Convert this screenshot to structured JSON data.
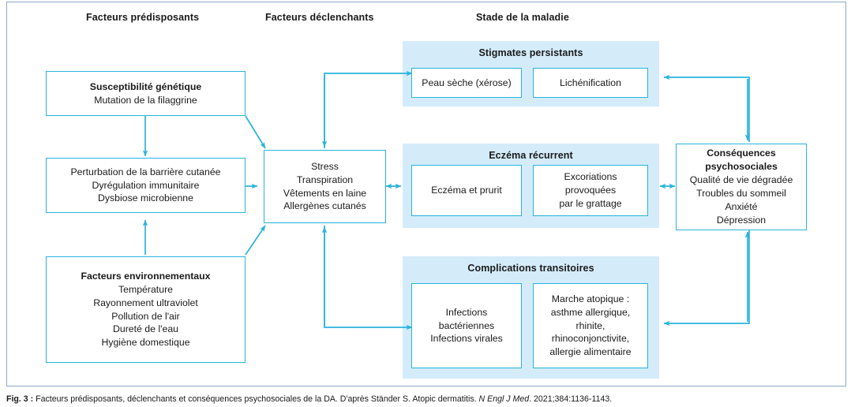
{
  "figure": {
    "caption_label": "Fig. 3 :",
    "caption_text": "Facteurs prédisposants, déclenchants et conséquences psychosociales de la DA. D'après Ständer S. Atopic dermatitis.",
    "caption_journal": "N Engl J Med",
    "caption_ref": ". 2021;384:1136-1143."
  },
  "colors": {
    "accent": "#29b3dc",
    "panel_bg": "#d4ecfa",
    "frame_border": "#8fa8c4",
    "text": "#1a1a1a"
  },
  "headers": [
    {
      "id": "predisposing",
      "label": "Facteurs prédisposants"
    },
    {
      "id": "triggering",
      "label": "Facteurs déclenchants"
    },
    {
      "id": "disease-stage",
      "label": "Stade de la maladie"
    }
  ],
  "boxes": {
    "genetic": {
      "title": "Susceptibilité génétique",
      "lines": [
        "Mutation de la filaggrine"
      ]
    },
    "barrier": {
      "lines": [
        "Perturbation de la barrière cutanée",
        "Dyrégulation immunitaire",
        "Dysbiose microbienne"
      ]
    },
    "environmental": {
      "title": "Facteurs environnementaux",
      "lines": [
        "Température",
        "Rayonnement ultraviolet",
        "Pollution de l'air",
        "Dureté de l'eau",
        "Hygiène domestique"
      ]
    },
    "triggers": {
      "lines": [
        "Stress",
        "Transpiration",
        "Vêtements en laine",
        "Allergènes cutanés"
      ]
    },
    "consequences": {
      "title_line1": "Conséquences",
      "title_line2": "psychosociales",
      "lines": [
        "Qualité de vie dégradée",
        "Troubles du sommeil",
        "Anxiété",
        "Dépression"
      ]
    }
  },
  "stages": [
    {
      "id": "persistent-stigmata",
      "title": "Stigmates persistants",
      "items": [
        {
          "id": "dry-skin",
          "lines": [
            "Peau sèche (xérose)"
          ]
        },
        {
          "id": "lichenification",
          "lines": [
            "Lichénification"
          ]
        }
      ]
    },
    {
      "id": "recurrent-eczema",
      "title": "Eczéma récurrent",
      "items": [
        {
          "id": "eczema-pruritus",
          "lines": [
            "Eczéma et prurit"
          ]
        },
        {
          "id": "excoriations",
          "lines": [
            "Excoriations",
            "provoquées",
            "par le grattage"
          ]
        }
      ]
    },
    {
      "id": "transient-complications",
      "title": "Complications transitoires",
      "items": [
        {
          "id": "infections",
          "lines": [
            "Infections",
            "bactériennes",
            "Infections virales"
          ]
        },
        {
          "id": "atopic-march",
          "lines": [
            "Marche atopique :",
            "asthme allergique,",
            "rhinite,",
            "rhinoconjonctivite,",
            "allergie alimentaire"
          ]
        }
      ]
    }
  ]
}
